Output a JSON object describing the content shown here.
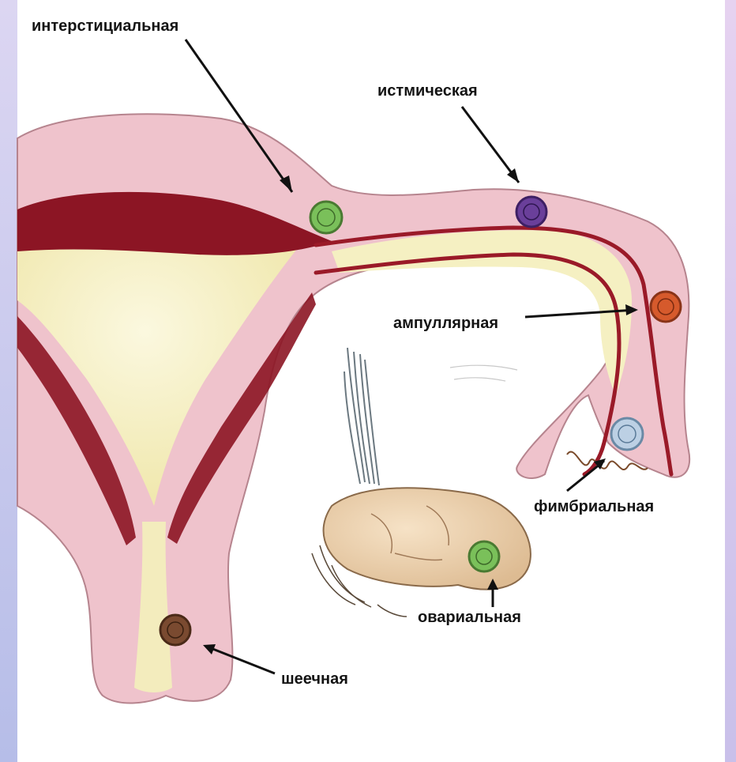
{
  "labels": {
    "interstitial": "интерстициальная",
    "isthmic": "истмическая",
    "ampullary": "ампуллярная",
    "fimbrial": "фимбриальная",
    "ovarian": "овариальная",
    "cervical": "шеечная"
  },
  "colors": {
    "frame_left": "#c9c6ec",
    "frame_right": "#d9c8ec",
    "uterus_pink": "#efc3cc",
    "cavity_red": "#8c1524",
    "inner_cream": "#f5f0c2",
    "ovary": "#ecd2b0",
    "egg_green": "#7ac05a",
    "egg_purple": "#6a3f9a",
    "egg_orange": "#d65a2c",
    "egg_blue": "#8fb0cc",
    "egg_brown": "#7a4a30"
  },
  "icons": {
    "egg": "fertilized-egg-icon",
    "arrow": "pointer-arrow-icon"
  }
}
